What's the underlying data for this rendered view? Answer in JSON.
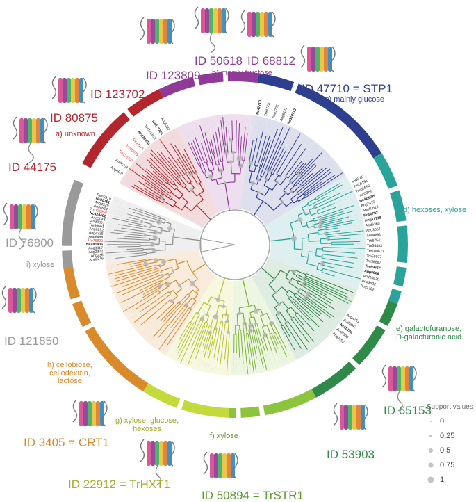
{
  "colors": {
    "a": "#b3262e",
    "b": "#8e3a96",
    "c": "#2f3f8f",
    "d": "#2aa39a",
    "e": "#2f8a4a",
    "f": "#8cc43c",
    "g": "#c4d93a",
    "h": "#d98a2a",
    "i": "#9a9a9a",
    "red_label": "#e0302a"
  },
  "clades": [
    {
      "key": "a",
      "label": "a) unknown"
    },
    {
      "key": "b",
      "label": "b) mainly fructose"
    },
    {
      "key": "c",
      "label": "c) mainly glucose"
    },
    {
      "key": "d",
      "label": "d) hexoses, xylose"
    },
    {
      "key": "e",
      "label": "e) galactofuranose,\nD-galacturonic acid"
    },
    {
      "key": "f",
      "label": "f) xylose"
    },
    {
      "key": "g",
      "label": "g) xylose, glucose,\nhexoses"
    },
    {
      "key": "h",
      "label": "h) cellobiose,\ncellodextrin,\nlactose"
    },
    {
      "key": "i",
      "label": "i) xylose"
    }
  ],
  "protein_ids": [
    {
      "key": "a",
      "text": "ID 44175"
    },
    {
      "key": "a",
      "text": "ID 80875"
    },
    {
      "key": "a",
      "text": "ID 123702"
    },
    {
      "key": "b",
      "text": "ID 123809"
    },
    {
      "key": "b",
      "text": "ID 50618"
    },
    {
      "key": "b",
      "text": "ID 68812"
    },
    {
      "key": "c",
      "text": "ID 47710 = STP1"
    },
    {
      "key": "i",
      "text": "ID 76800"
    },
    {
      "key": "i",
      "text": "ID 121850"
    },
    {
      "key": "h",
      "text": "ID 3405 = CRT1"
    },
    {
      "key": "g",
      "text": "ID 22912 = TrHXT1"
    },
    {
      "key": "f",
      "text": "ID 50894 = TrSTR1"
    },
    {
      "key": "e",
      "text": "ID 53903"
    },
    {
      "key": "e",
      "text": "ID 65153"
    }
  ],
  "legend": {
    "title": "Support values",
    "values": [
      "0",
      "0.25",
      "0.5",
      "0.75",
      "1"
    ]
  },
  "leaf_labels": {
    "d": [
      "And6027",
      "Tre55191",
      "Tre56558",
      "Tre53386",
      "Nc423599",
      "Ang7415",
      "And10616",
      "Nc507827",
      "Ang11718",
      "And6360",
      "And3057",
      "And4891",
      "Tre67541",
      "Tre54493",
      "Tre109677",
      "Tre55077",
      "Tre58887",
      "Tre69657",
      "Ang6666",
      "And10820",
      "And3822",
      "And1352"
    ],
    "e": [
      "Ang4751",
      "And5842",
      "Nc10183",
      "And4596",
      "Ang3492"
    ],
    "i": [
      "And8246",
      "Ang236",
      "Ang2372",
      "Ang3817",
      "Nc481406",
      "Tre76800",
      "And6488",
      "Ang4325",
      "Ang6252",
      "Tre66661",
      "And8601",
      "Ang5043",
      "Nc424402",
      "Tre121850",
      "And8614",
      "Ang4329",
      "Nc90151",
      "Tre69919"
    ],
    "a": [
      "Ang4601",
      "And4703",
      "Tre123702",
      "Tre80875",
      "Tre44175",
      "Nc422478",
      "Tre121852",
      "Nc477726",
      "Ang5287"
    ],
    "c": [
      "Nc47710",
      "Tre47710",
      "And3722",
      "Ang6121",
      "Nc510713"
    ]
  }
}
